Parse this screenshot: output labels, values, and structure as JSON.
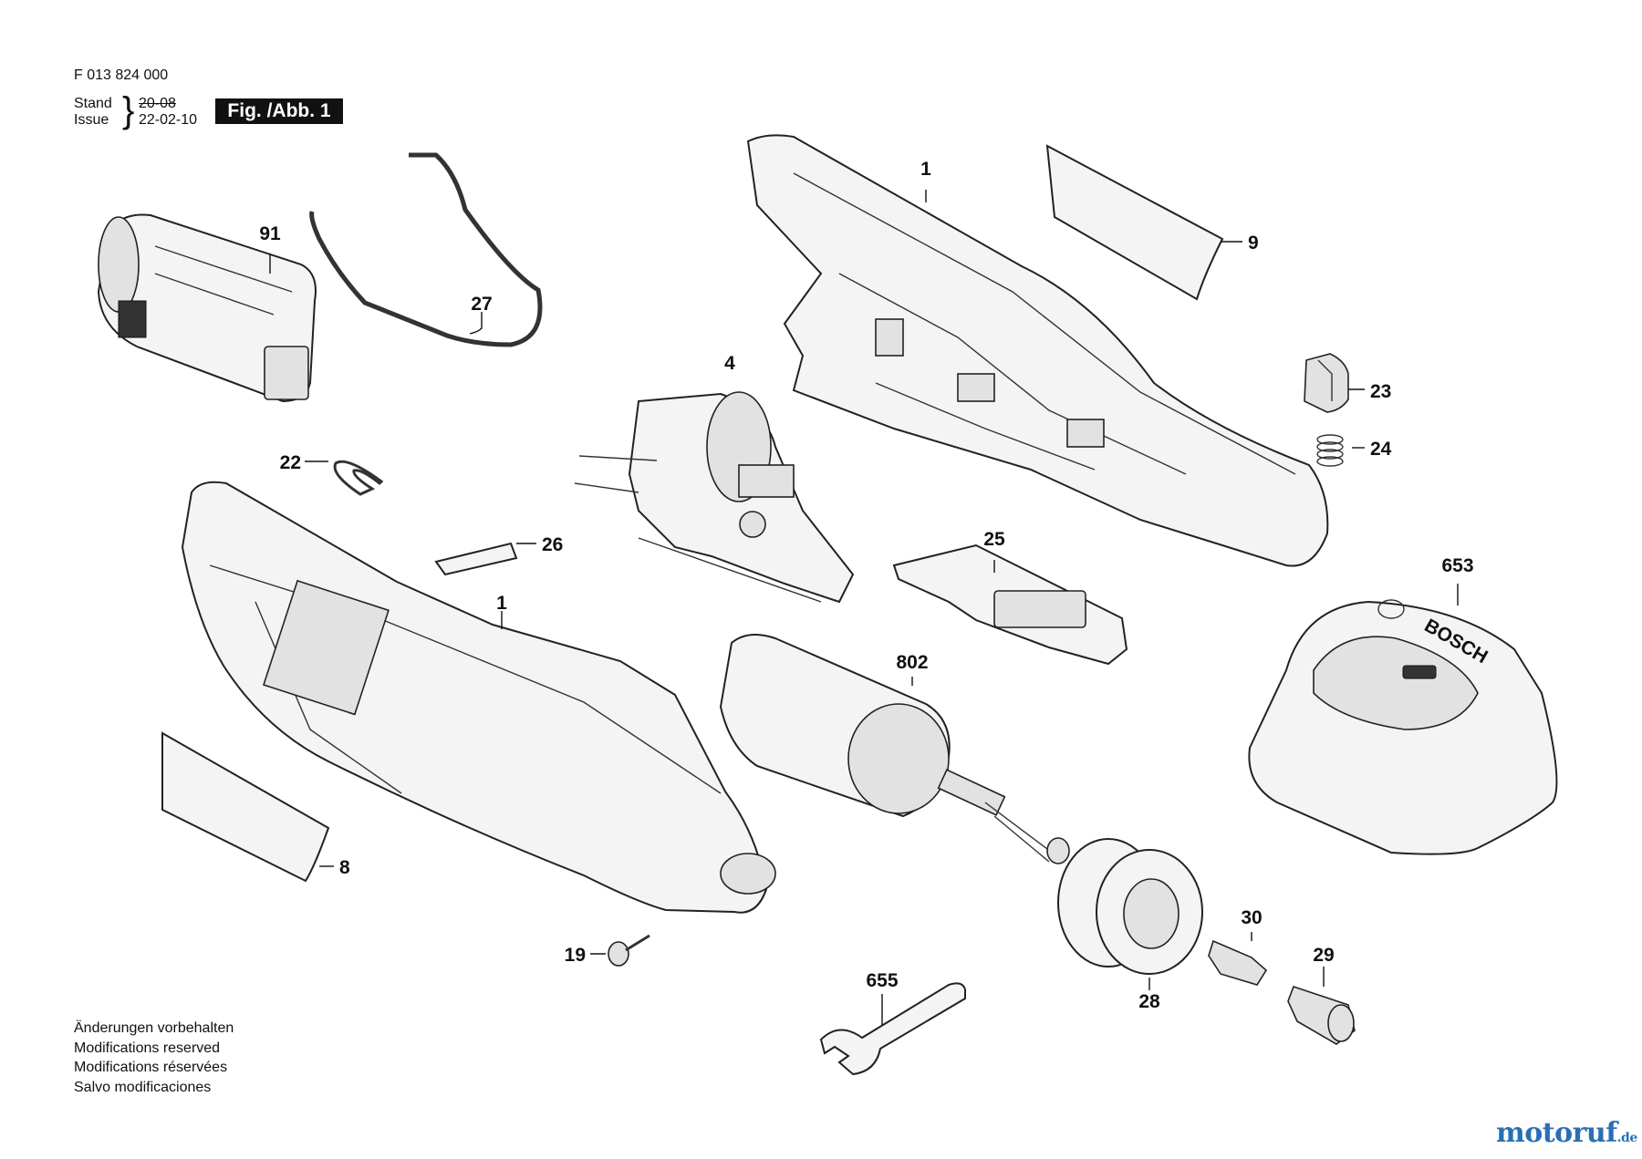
{
  "header": {
    "code": "F 013 824 000",
    "stand_label": "Stand",
    "issue_label": "Issue",
    "brace": "}",
    "date_old": "20-08",
    "date_new": "22-02-10",
    "figure": "Fig. /Abb. 1"
  },
  "labels": {
    "p1_top": "1",
    "p1_bottom": "1",
    "p4": "4",
    "p8": "8",
    "p9": "9",
    "p19": "19",
    "p22": "22",
    "p23": "23",
    "p24": "24",
    "p25": "25",
    "p26": "26",
    "p27": "27",
    "p28": "28",
    "p29": "29",
    "p30": "30",
    "p91": "91",
    "p653": "653",
    "p655": "655",
    "p802": "802"
  },
  "charger_brand": "BOSCH",
  "notes": [
    "Änderungen vorbehalten",
    "Modifications reserved",
    "Modifications réservées",
    "Salvo modificaciones"
  ],
  "logo": {
    "name": "motoruf",
    "tld": ".de"
  }
}
